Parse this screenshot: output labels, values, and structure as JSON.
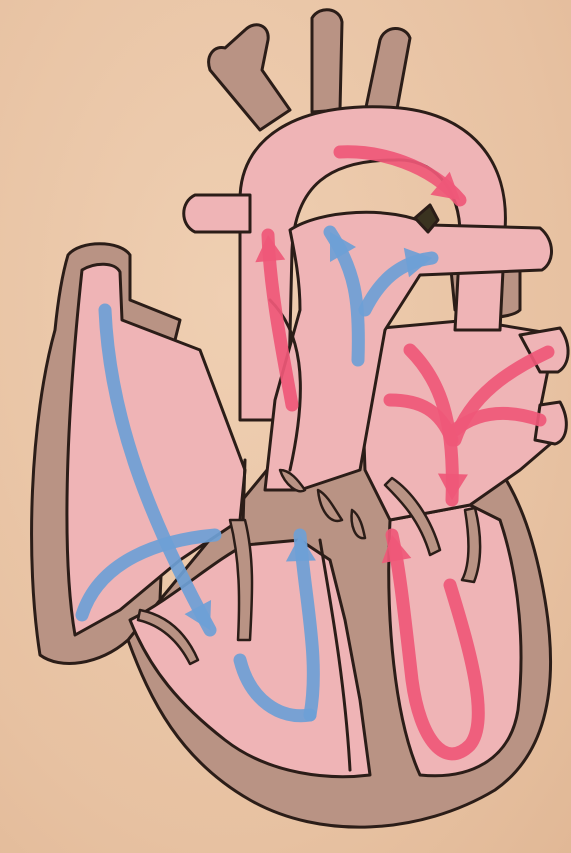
{
  "colors": {
    "background": "#e9c5a6",
    "heart_wall": "#b99384",
    "chamber": "#efb4b6",
    "outline": "#2b1d18",
    "deoxygenated_flow": "#6e9fd6",
    "oxygenated_flow": "#ef5878"
  },
  "flows": [
    {
      "id": "blue-sva-down",
      "color_key": "deoxygenated_flow"
    },
    {
      "id": "blue-ivc-up",
      "color_key": "deoxygenated_flow"
    },
    {
      "id": "blue-ra-to-rv",
      "color_key": "deoxygenated_flow"
    },
    {
      "id": "blue-rv-up",
      "color_key": "deoxygenated_flow"
    },
    {
      "id": "blue-pulmonary-trunk",
      "color_key": "deoxygenated_flow"
    },
    {
      "id": "red-aortic-arch",
      "color_key": "oxygenated_flow"
    },
    {
      "id": "red-ascending",
      "color_key": "oxygenated_flow"
    },
    {
      "id": "red-pulmonary-veins",
      "color_key": "oxygenated_flow"
    },
    {
      "id": "red-lv-loop",
      "color_key": "oxygenated_flow"
    }
  ]
}
